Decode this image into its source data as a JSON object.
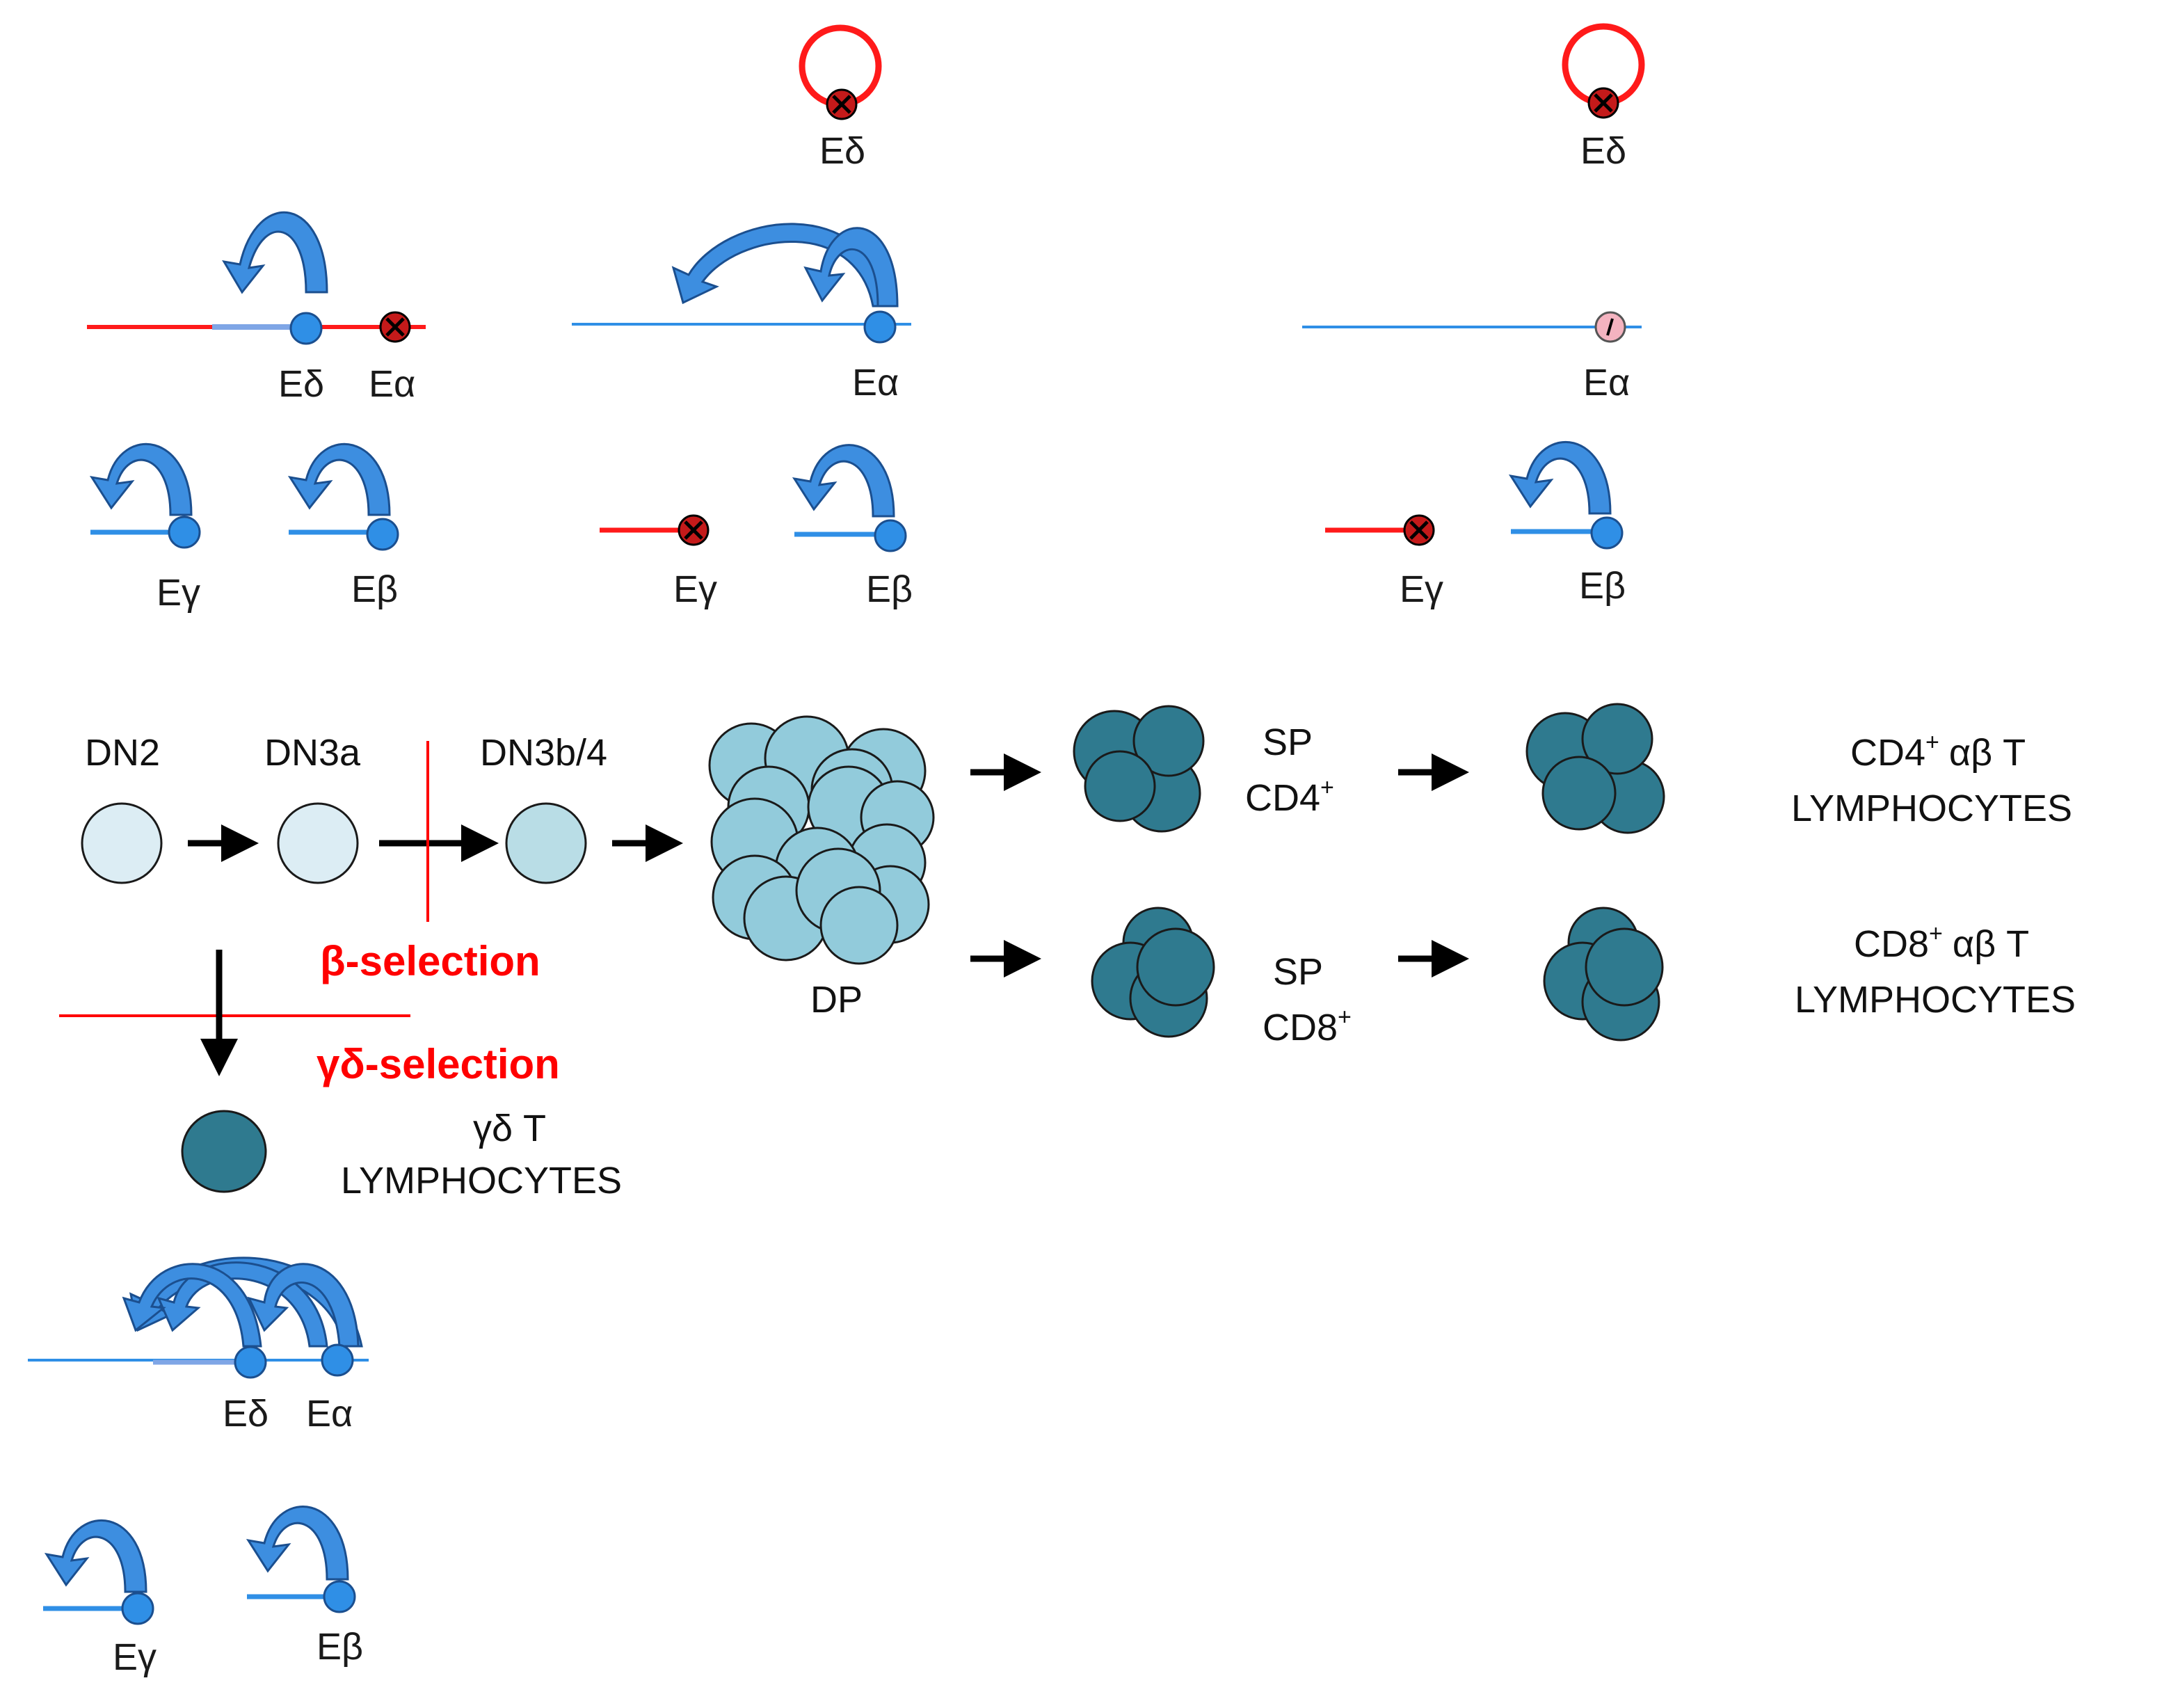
{
  "colors": {
    "active_blue": "#2f8fe6",
    "arrow_fill": "#3d8ee0",
    "arrow_stroke": "#1b4f8f",
    "inactive_red": "#ff1a1a",
    "silenced_dot": "#c41a1a",
    "cell_dn": "#dcedf4",
    "cell_dn3b": "#b9dde6",
    "cell_dp": "#92cbdb",
    "cell_mature": "#2f7a8f",
    "selection_red": "#ff0000"
  },
  "icons": [
    "enhancer-active-dot-icon",
    "enhancer-silenced-x-icon",
    "enhancer-primed-slash-icon",
    "looping-arrow-icon",
    "flow-arrow-icon",
    "cell-icon"
  ],
  "enhancers": {
    "e_delta": "Eδ",
    "e_alpha": "Eα",
    "e_gamma": "Eγ",
    "e_beta": "Eβ"
  },
  "stages": {
    "dn2": "DN2",
    "dn3a": "DN3a",
    "dn3b4": "DN3b/4",
    "dp": "DP",
    "sp": "SP",
    "cd4": "CD4",
    "cd8": "CD8",
    "sup_plus": "+"
  },
  "selection": {
    "beta": "β-selection",
    "gamma_delta": "γδ-selection"
  },
  "outcomes": {
    "cd4_line1_prefix": "CD4",
    "cd4_line1_suffix": "αβ T",
    "cd8_line1_prefix": "CD8",
    "cd8_line1_suffix": "αβ T",
    "gd_line1": "γδ T",
    "lymphocytes": "LYMPHOCYTES"
  }
}
